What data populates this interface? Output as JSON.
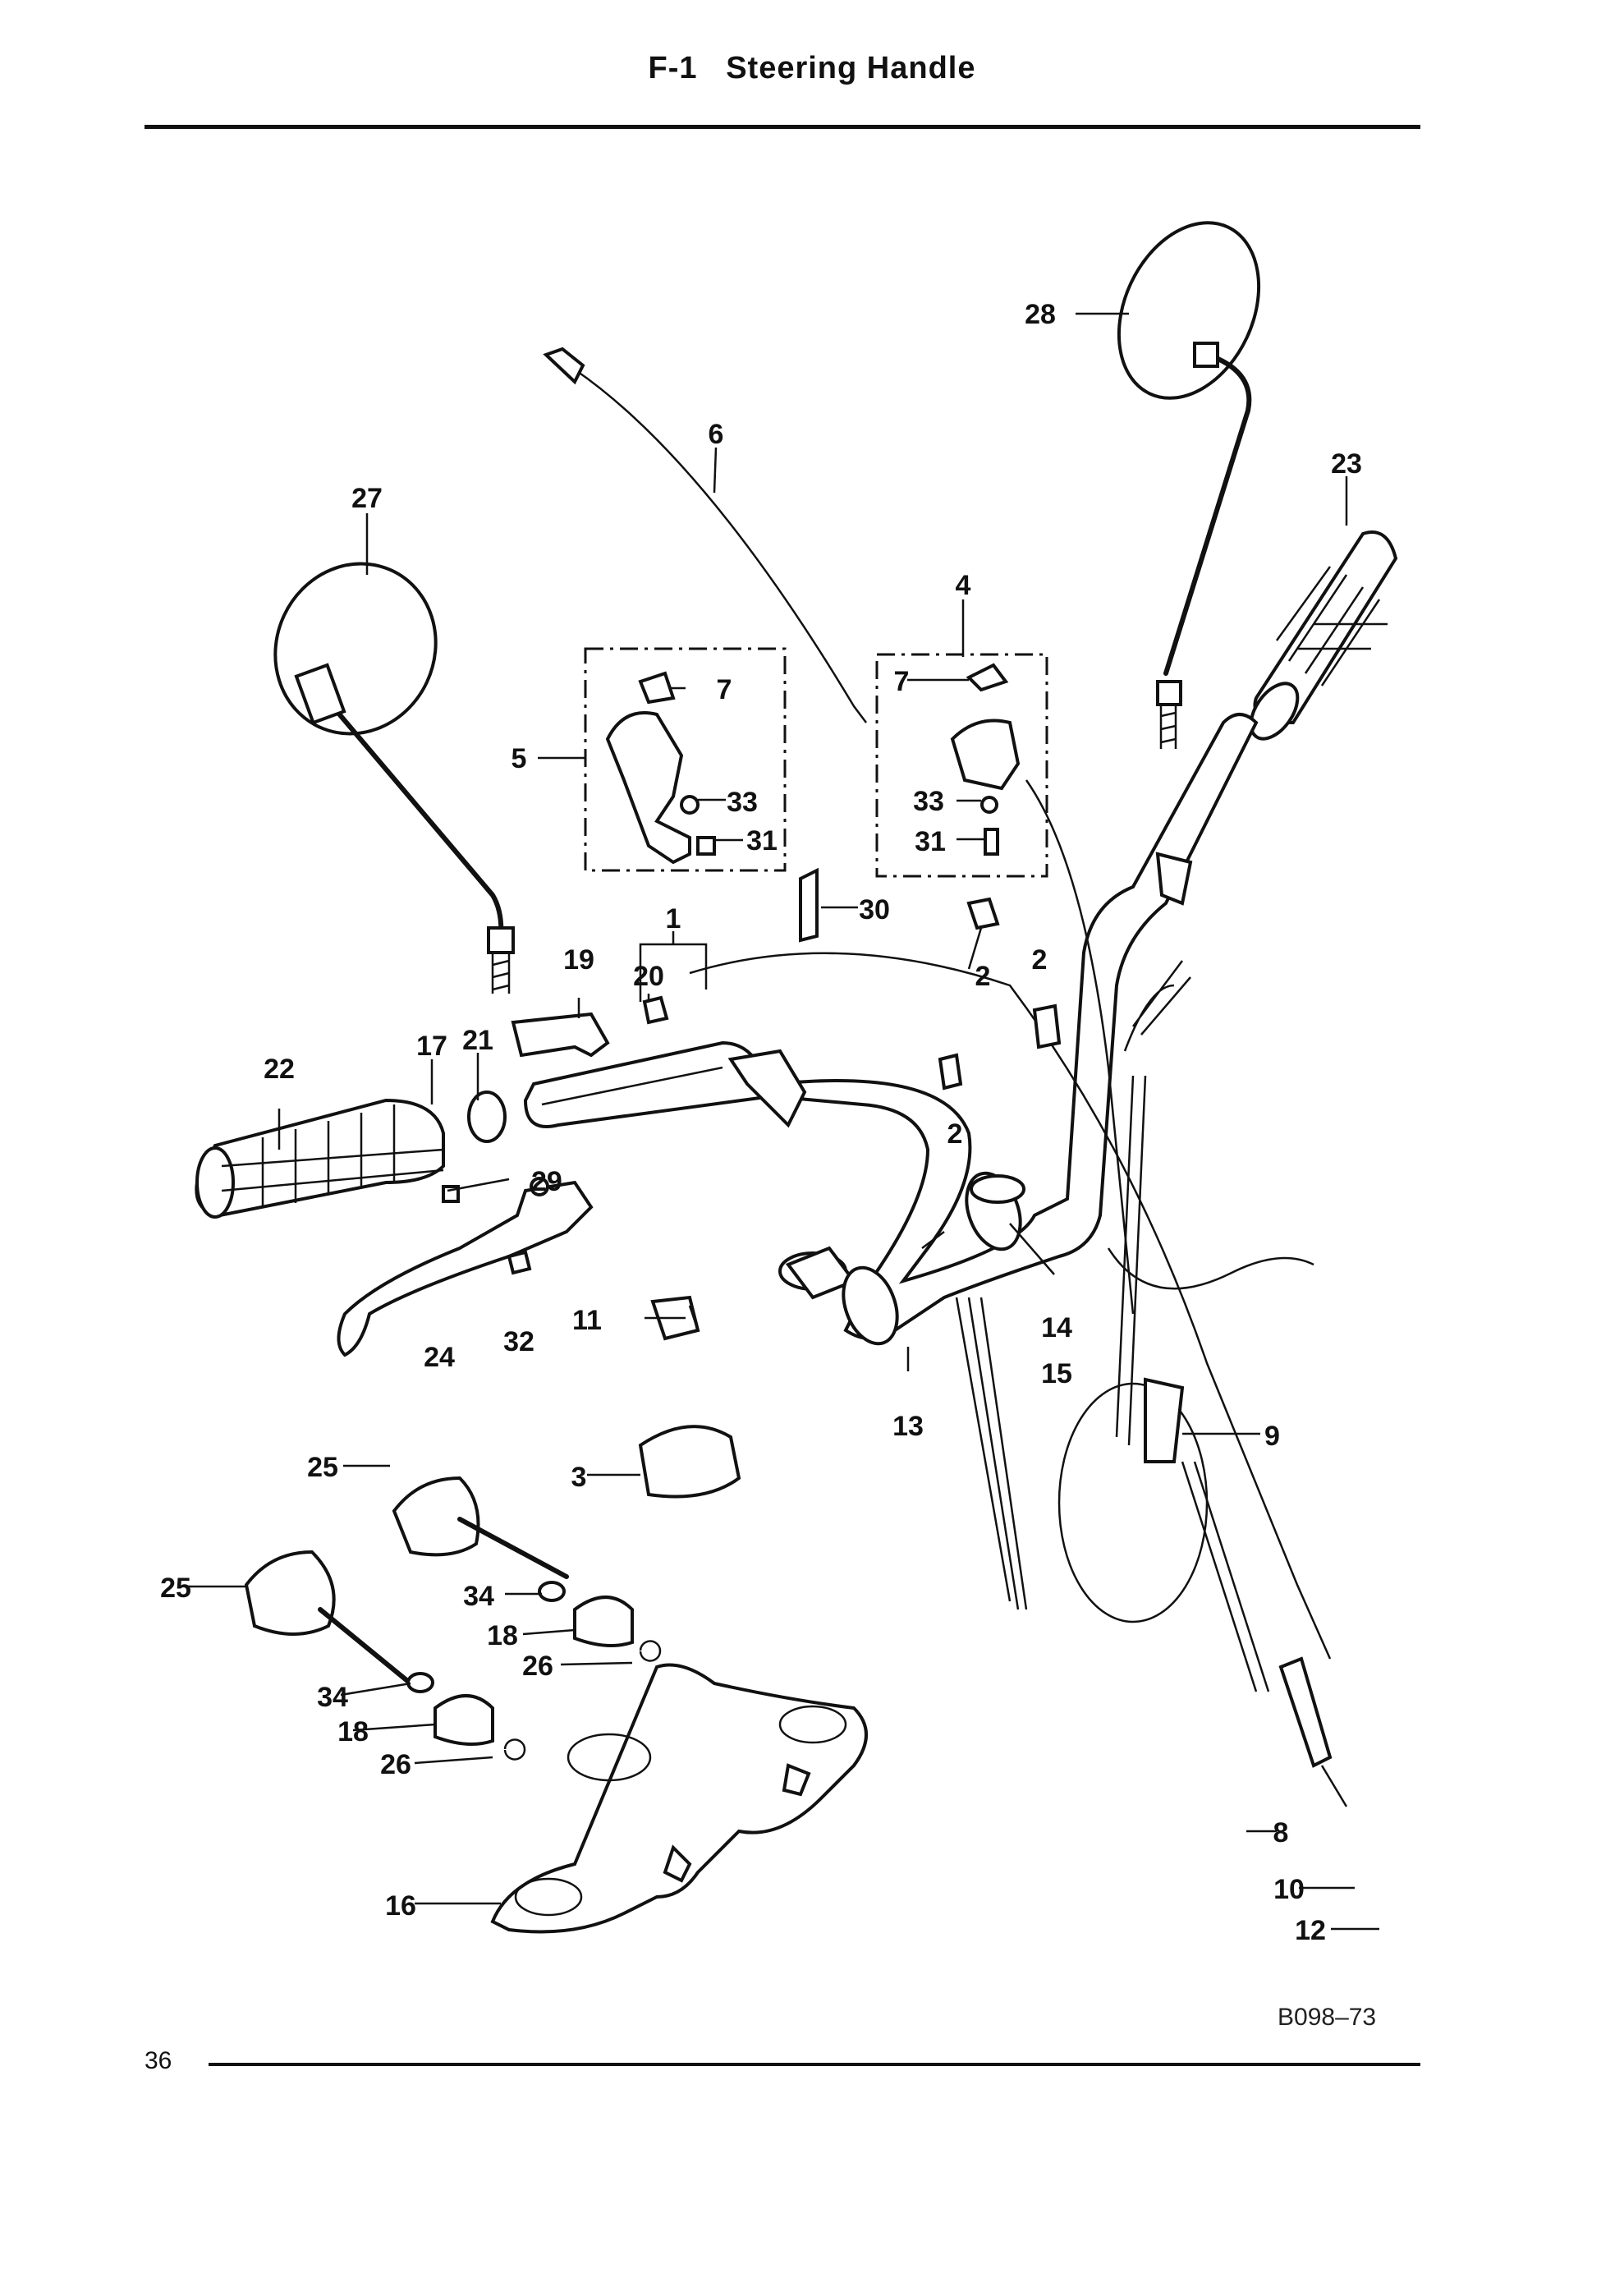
{
  "header": {
    "title": "F-1   Steering Handle"
  },
  "footer": {
    "page_number": "36",
    "figure_code": "B098–73"
  },
  "callouts": {
    "c1": "1",
    "c2a": "2",
    "c2b": "2",
    "c2c": "2",
    "c3": "3",
    "c4": "4",
    "c5": "5",
    "c6": "6",
    "c7a": "7",
    "c7b": "7",
    "c8": "8",
    "c9": "9",
    "c10": "10",
    "c11": "11",
    "c12": "12",
    "c13": "13",
    "c14": "14",
    "c15": "15",
    "c16": "16",
    "c17": "17",
    "c18a": "18",
    "c18b": "18",
    "c19": "19",
    "c20": "20",
    "c21": "21",
    "c22": "22",
    "c23": "23",
    "c24": "24",
    "c25a": "25",
    "c25b": "25",
    "c26a": "26",
    "c26b": "26",
    "c27": "27",
    "c28": "28",
    "c29": "29",
    "c30": "30",
    "c31a": "31",
    "c31b": "31",
    "c32": "32",
    "c33a": "33",
    "c33b": "33",
    "c34a": "34",
    "c34b": "34"
  }
}
